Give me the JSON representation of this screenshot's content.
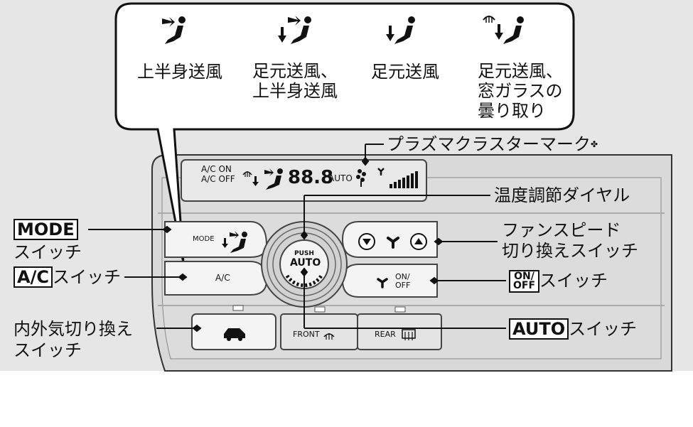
{
  "modes": [
    {
      "icon": "upper-body-vent-icon",
      "text": "上半身送風"
    },
    {
      "icon": "bi-level-vent-icon",
      "text": "足元送風、\n上半身送風"
    },
    {
      "icon": "floor-vent-icon",
      "text": "足元送風"
    },
    {
      "icon": "floor-defrost-vent-icon",
      "text": "足元送風、\n窓ガラスの\n曇り取り"
    }
  ],
  "callouts": {
    "plasma": "プラズマクラスターマーク",
    "plasma_mark": "✤",
    "temp_dial": "温度調節ダイヤル",
    "fan_speed_line1": "ファンスピード",
    "fan_speed_line2": "切り換えスイッチ",
    "fan_onoff_box": "ON/\nOFF",
    "fan_onoff_suffix": "スイッチ",
    "auto_box": "AUTO",
    "auto_suffix": "スイッチ",
    "mode_box": "MODE",
    "mode_line2": "スイッチ",
    "ac_box": "A/C",
    "ac_suffix": "スイッチ",
    "recirc_line1": "内外気切り換え",
    "recirc_line2": "スイッチ"
  },
  "panel": {
    "lcd_ac_on": "A/C ON",
    "lcd_ac_off": "A/C OFF",
    "lcd_temp": "88.8",
    "lcd_auto": "AUTO",
    "mode_button": "MODE",
    "ac_button": "A/C",
    "center_push": "PUSH",
    "center_auto": "AUTO",
    "onoff_on": "ON/",
    "onoff_off": "OFF",
    "front": "FRONT",
    "rear": "REAR"
  }
}
